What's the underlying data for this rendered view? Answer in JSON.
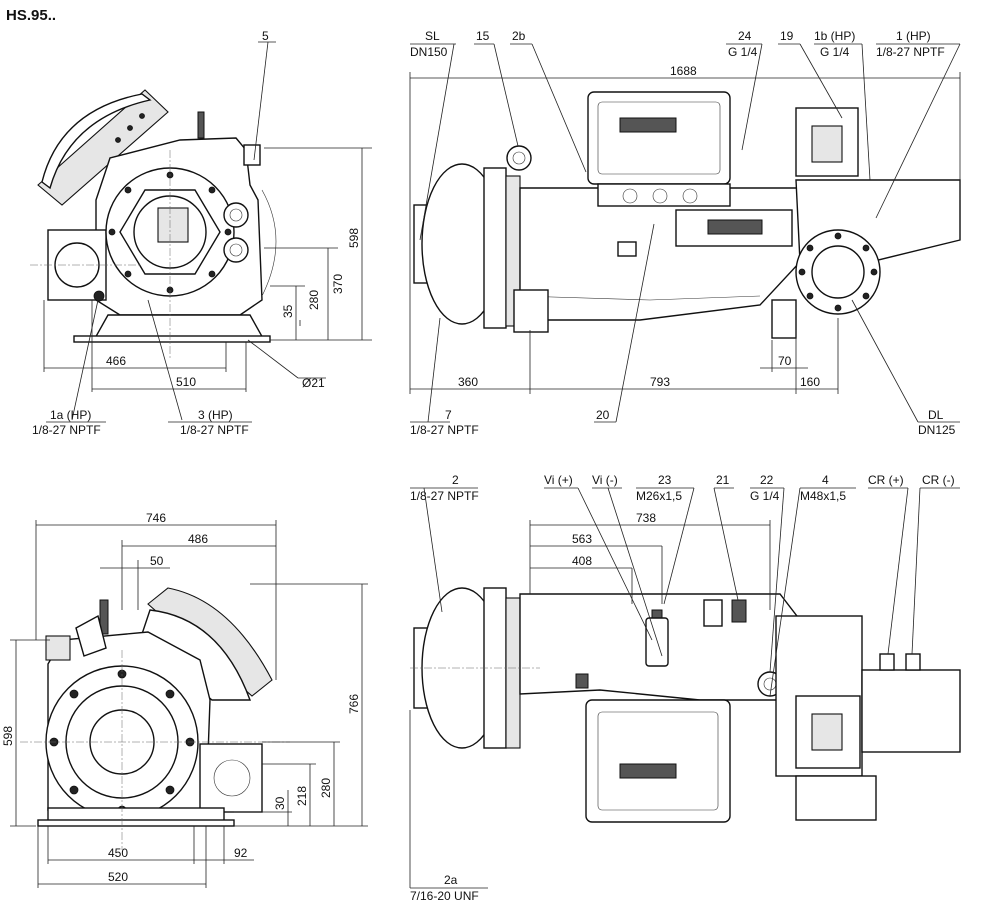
{
  "title": "HS.95..",
  "view_top_left": {
    "callout_5": "5",
    "dim_598": "598",
    "dim_370": "370",
    "dim_280": "280",
    "dim_35": "35",
    "dim_466": "466",
    "dim_510": "510",
    "dim_21": "Ø21",
    "conn_1a": "1a (HP)",
    "conn_1a_spec": "1/8-27 NPTF",
    "conn_3": "3 (HP)",
    "conn_3_spec": "1/8-27 NPTF"
  },
  "view_top_right": {
    "sl": "SL",
    "sl_spec": "DN150",
    "c15": "15",
    "c2b": "2b",
    "c24": "24",
    "c24_spec": "G 1/4",
    "c19": "19",
    "c1b": "1b (HP)",
    "c1b_spec": "G 1/4",
    "c1": "1 (HP)",
    "c1_spec": "1/8-27 NPTF",
    "dim_1688": "1688",
    "dim_360": "360",
    "dim_793": "793",
    "dim_160": "160",
    "dim_70": "70",
    "c7": "7",
    "c7_spec": "1/8-27 NPTF",
    "c20": "20",
    "dl": "DL",
    "dl_spec": "DN125"
  },
  "view_bottom_left": {
    "dim_746": "746",
    "dim_486": "486",
    "dim_50": "50",
    "dim_598": "598",
    "dim_766": "766",
    "dim_280": "280",
    "dim_218": "218",
    "dim_30": "30",
    "dim_450": "450",
    "dim_92": "92",
    "dim_520": "520"
  },
  "view_bottom_right": {
    "c2": "2",
    "c2_spec": "1/8-27 NPTF",
    "vi_plus": "Vi (+)",
    "vi_minus": "Vi (-)",
    "c23": "23",
    "c23_spec": "M26x1,5",
    "c21": "21",
    "c22": "22",
    "c22_spec": "G 1/4",
    "c4": "4",
    "c4_spec": "M48x1,5",
    "cr_plus": "CR (+)",
    "cr_minus": "CR (-)",
    "dim_738": "738",
    "dim_563": "563",
    "dim_408": "408",
    "c2a": "2a",
    "c2a_spec": "7/16-20 UNF"
  }
}
